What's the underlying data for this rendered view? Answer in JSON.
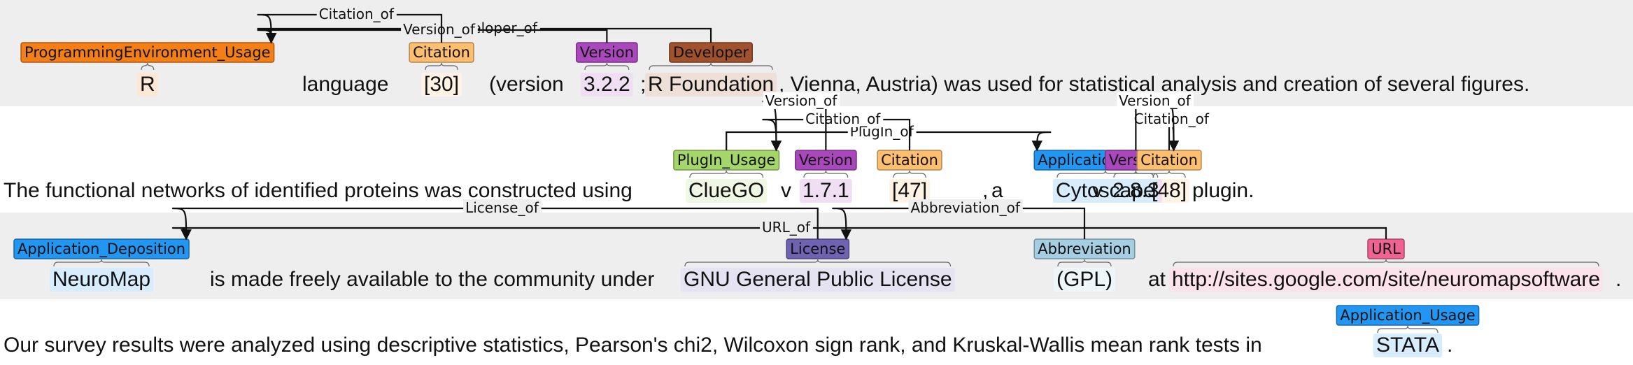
{
  "colors": {
    "ProgrammingEnvironment_Usage": "#f57f17",
    "Citation": "#fdbf6f",
    "Version": "#ab47bc",
    "Developer": "#a0522d",
    "PlugIn_Usage": "#a5d66a",
    "Application_Usage": "#2196f3",
    "Application_Deposition": "#2196f3",
    "License": "#6f62b0",
    "Abbreviation": "#a6cee3",
    "URL": "#f06292"
  },
  "sentences": [
    {
      "tokens": [
        "R",
        "language",
        "[30]",
        "(version",
        "3.2.2",
        ";",
        "R Foundation",
        ", Vienna, Austria) was used for statistical analysis and creation of several figures."
      ],
      "entities": [
        {
          "label": "ProgrammingEnvironment_Usage",
          "token": 0
        },
        {
          "label": "Citation",
          "token": 2
        },
        {
          "label": "Version",
          "token": 4
        },
        {
          "label": "Developer",
          "token": 6
        }
      ],
      "relations": [
        {
          "label": "Developer_of",
          "from": 3,
          "to": 0
        },
        {
          "label": "Version_of",
          "from": 2,
          "to": 0
        },
        {
          "label": "Citation_of",
          "from": 1,
          "to": 0
        }
      ]
    },
    {
      "tokens": [
        "The functional networks of identified proteins was constructed using",
        "ClueGO",
        "v",
        "1.7.1",
        "[47]",
        ",",
        "a",
        "Cytoscape",
        "v",
        "2.8.3",
        "[48]",
        "plugin."
      ],
      "entities": [
        {
          "label": "PlugIn_Usage",
          "token": 1
        },
        {
          "label": "Version",
          "token": 3
        },
        {
          "label": "Citation",
          "token": 4
        },
        {
          "label": "Application_Usage",
          "token": 7
        },
        {
          "label": "Version",
          "token": 9
        },
        {
          "label": "Citation",
          "token": 10
        }
      ],
      "relations": [
        {
          "label": "PlugIn_of",
          "from": 0,
          "to": 3
        },
        {
          "label": "Citation_of",
          "from": 2,
          "to": 0
        },
        {
          "label": "Version_of",
          "from": 1,
          "to": 0
        },
        {
          "label": "Citation_of",
          "from": 5,
          "to": 3
        },
        {
          "label": "Version_of",
          "from": 4,
          "to": 3
        }
      ]
    },
    {
      "tokens": [
        "NeuroMap",
        "is made freely available to the community under",
        "GNU General Public License",
        "(GPL)",
        "at",
        "http://sites.google.com/site/neuromapsoftware",
        "."
      ],
      "entities": [
        {
          "label": "Application_Deposition",
          "token": 0
        },
        {
          "label": "License",
          "token": 2
        },
        {
          "label": "Abbreviation",
          "token": 3
        },
        {
          "label": "URL",
          "token": 5
        }
      ],
      "relations": [
        {
          "label": "URL_of",
          "from": 3,
          "to": 0
        },
        {
          "label": "License_of",
          "from": 1,
          "to": 0
        },
        {
          "label": "Abbreviation_of",
          "from": 2,
          "to": 1
        }
      ]
    },
    {
      "tokens": [
        "Our survey results were analyzed using descriptive statistics, Pearson's chi2, Wilcoxon sign rank, and Kruskal-Wallis mean rank tests in",
        "STATA",
        "."
      ],
      "entities": [
        {
          "label": "Application_Usage",
          "token": 1
        }
      ],
      "relations": []
    }
  ]
}
